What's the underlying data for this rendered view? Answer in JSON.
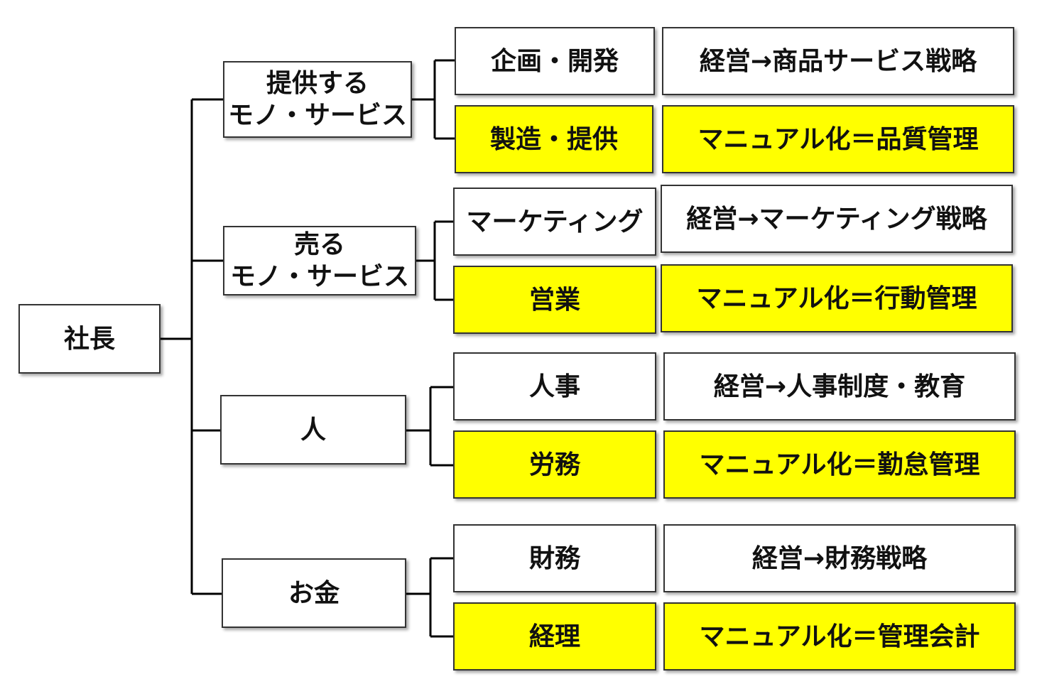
{
  "colors": {
    "highlight": "#ffff00",
    "box": "#ffffff",
    "line": "#000000"
  },
  "root": {
    "label": "社長"
  },
  "branches": [
    {
      "label_lines": [
        "提供する",
        "モノ・サービス"
      ],
      "items": [
        {
          "function": "企画・開発",
          "policy": "経営→商品サービス戦略",
          "highlight": false
        },
        {
          "function": "製造・提供",
          "policy": "マニュアル化＝品質管理",
          "highlight": true
        }
      ]
    },
    {
      "label_lines": [
        "売る",
        "モノ・サービス"
      ],
      "items": [
        {
          "function": "マーケティング",
          "policy": "経営→マーケティング戦略",
          "highlight": false
        },
        {
          "function": "営業",
          "policy": "マニュアル化＝行動管理",
          "highlight": true
        }
      ]
    },
    {
      "label_lines": [
        "人"
      ],
      "items": [
        {
          "function": "人事",
          "policy": "経営→人事制度・教育",
          "highlight": false
        },
        {
          "function": "労務",
          "policy": "マニュアル化＝勤怠管理",
          "highlight": true
        }
      ]
    },
    {
      "label_lines": [
        "お金"
      ],
      "items": [
        {
          "function": "財務",
          "policy": "経営→財務戦略",
          "highlight": false
        },
        {
          "function": "経理",
          "policy": "マニュアル化＝管理会計",
          "highlight": true
        }
      ]
    }
  ]
}
